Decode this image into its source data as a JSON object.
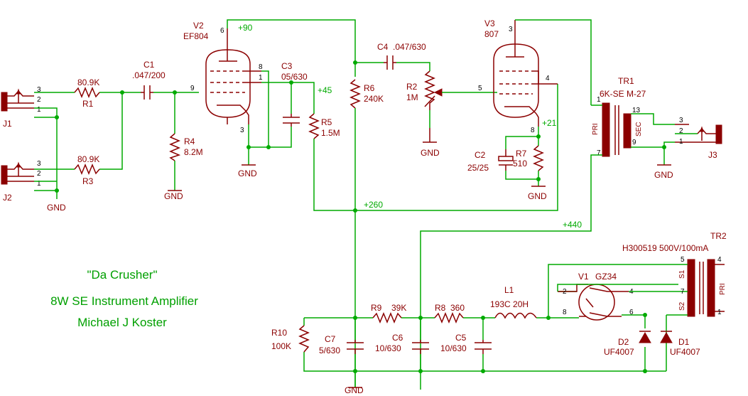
{
  "title_block": {
    "line1": "\"Da Crusher\"",
    "line2": "8W SE Instrument Amplifier",
    "line3": "Michael J Koster"
  },
  "nets": {
    "n90": "+90",
    "n45": "+45",
    "n21": "+21",
    "n260": "+260",
    "n440": "+440",
    "gnd": "GND"
  },
  "components": {
    "J1": "J1",
    "J2": "J2",
    "J3": "J3",
    "R1": {
      "name": "R1",
      "value": "80.9K"
    },
    "R3": {
      "name": "R3",
      "value": "80.9K"
    },
    "C1": {
      "name": "C1",
      "value": ".047/200"
    },
    "R4": {
      "name": "R4",
      "value": "8.2M"
    },
    "V2": {
      "name": "V2",
      "value": "EF804"
    },
    "C3": {
      "name": "C3",
      "value": "05/630"
    },
    "R5": {
      "name": "R5",
      "value": "1.5M"
    },
    "R6": {
      "name": "R6",
      "value": "240K"
    },
    "C4": {
      "name": "C4",
      "value": ".047/630"
    },
    "R2": {
      "name": "R2",
      "value": "1M"
    },
    "V3": {
      "name": "V3",
      "value": "807"
    },
    "C2": {
      "name": "C2",
      "value": "25/25"
    },
    "R7": {
      "name": "R7",
      "value": "510"
    },
    "TR1": {
      "name": "TR1",
      "value": "6K-SE M-27",
      "pri": "PRI",
      "sec": "SEC"
    },
    "TR2": {
      "name": "TR2",
      "value": "H300519 500V/100mA",
      "pri": "PRI",
      "s1": "S1",
      "s2": "S2"
    },
    "V1": {
      "name": "V1",
      "value": "GZ34"
    },
    "D1": {
      "name": "D1",
      "value": "UF4007"
    },
    "D2": {
      "name": "D2",
      "value": "UF4007"
    },
    "L1": {
      "name": "L1",
      "value": "193C 20H"
    },
    "R10": {
      "name": "R10",
      "value": "100K"
    },
    "C7": {
      "name": "C7",
      "value": "5/630"
    },
    "R9": {
      "name": "R9",
      "value": "39K"
    },
    "C6": {
      "name": "C6",
      "value": "10/630"
    },
    "R8": {
      "name": "R8",
      "value": "360"
    },
    "C5": {
      "name": "C5",
      "value": "10/630"
    }
  },
  "pins": {
    "p1": "1",
    "p2": "2",
    "p3": "3",
    "p4": "4",
    "p5": "5",
    "p6": "6",
    "p7": "7",
    "p8": "8",
    "p9": "9",
    "p13": "13"
  },
  "colors": {
    "wire": "#00aa00",
    "component": "#8b0000",
    "title": "#00a000"
  }
}
